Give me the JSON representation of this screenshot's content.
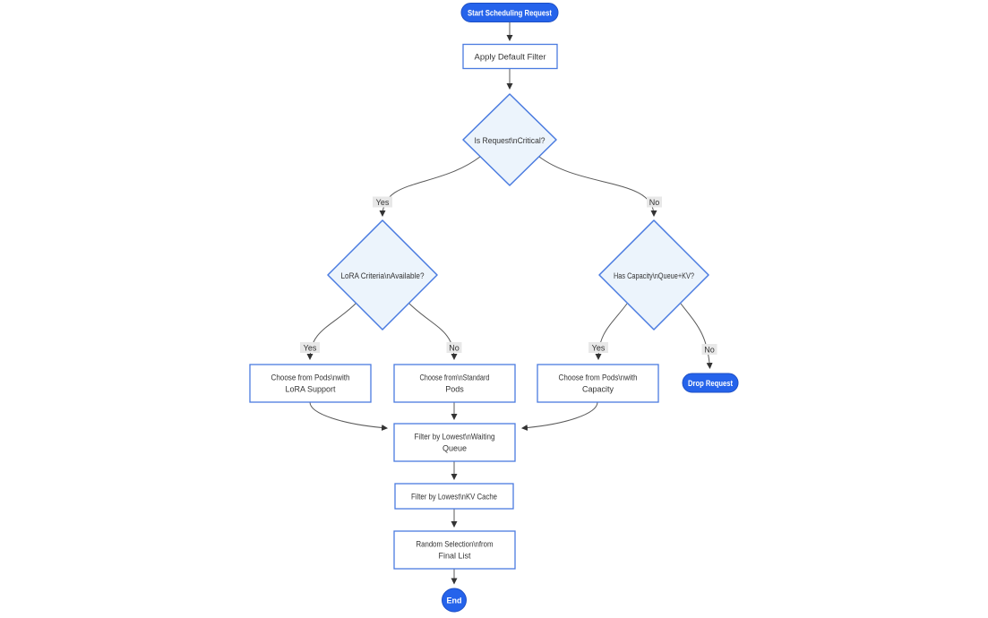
{
  "diagram": {
    "type": "flowchart",
    "colors": {
      "pill_fill": "#2563eb",
      "pill_stroke": "#1d4fc4",
      "node_fill": "#ffffff",
      "node_stroke": "#4a7be0",
      "diamond_fill": "#ecf4fc",
      "edge": "#595959",
      "label_bg": "#e8e8e8",
      "text": "#333333",
      "background": "#ffffff"
    },
    "nodes": {
      "start": {
        "type": "pill",
        "label": "Start Scheduling Request"
      },
      "apply_filter": {
        "type": "rect",
        "label": "Apply Default Filter"
      },
      "is_critical": {
        "type": "diamond",
        "label": "Is Request\\nCritical?"
      },
      "lora_criteria": {
        "type": "diamond",
        "label": "LoRA Criteria\\nAvailable?"
      },
      "has_capacity": {
        "type": "diamond",
        "label": "Has Capacity\\nQueue+KV?"
      },
      "choose_lora": {
        "type": "rect",
        "line1": "Choose from Pods\\nwith",
        "line2": "LoRA Support"
      },
      "choose_standard": {
        "type": "rect",
        "line1": "Choose from\\nStandard",
        "line2": "Pods"
      },
      "choose_capacity": {
        "type": "rect",
        "line1": "Choose from Pods\\nwith",
        "line2": "Capacity"
      },
      "drop_request": {
        "type": "pill",
        "label": "Drop Request"
      },
      "filter_waiting": {
        "type": "rect",
        "line1": "Filter by Lowest\\nWaiting",
        "line2": "Queue"
      },
      "filter_kv": {
        "type": "rect",
        "label": "Filter by Lowest\\nKV Cache"
      },
      "random_selection": {
        "type": "rect",
        "line1": "Random Selection\\nfrom",
        "line2": "Final List"
      },
      "end": {
        "type": "pill",
        "label": "End"
      }
    },
    "edge_labels": {
      "critical_yes": "Yes",
      "critical_no": "No",
      "lora_yes": "Yes",
      "lora_no": "No",
      "capacity_yes": "Yes",
      "capacity_no": "No"
    }
  }
}
